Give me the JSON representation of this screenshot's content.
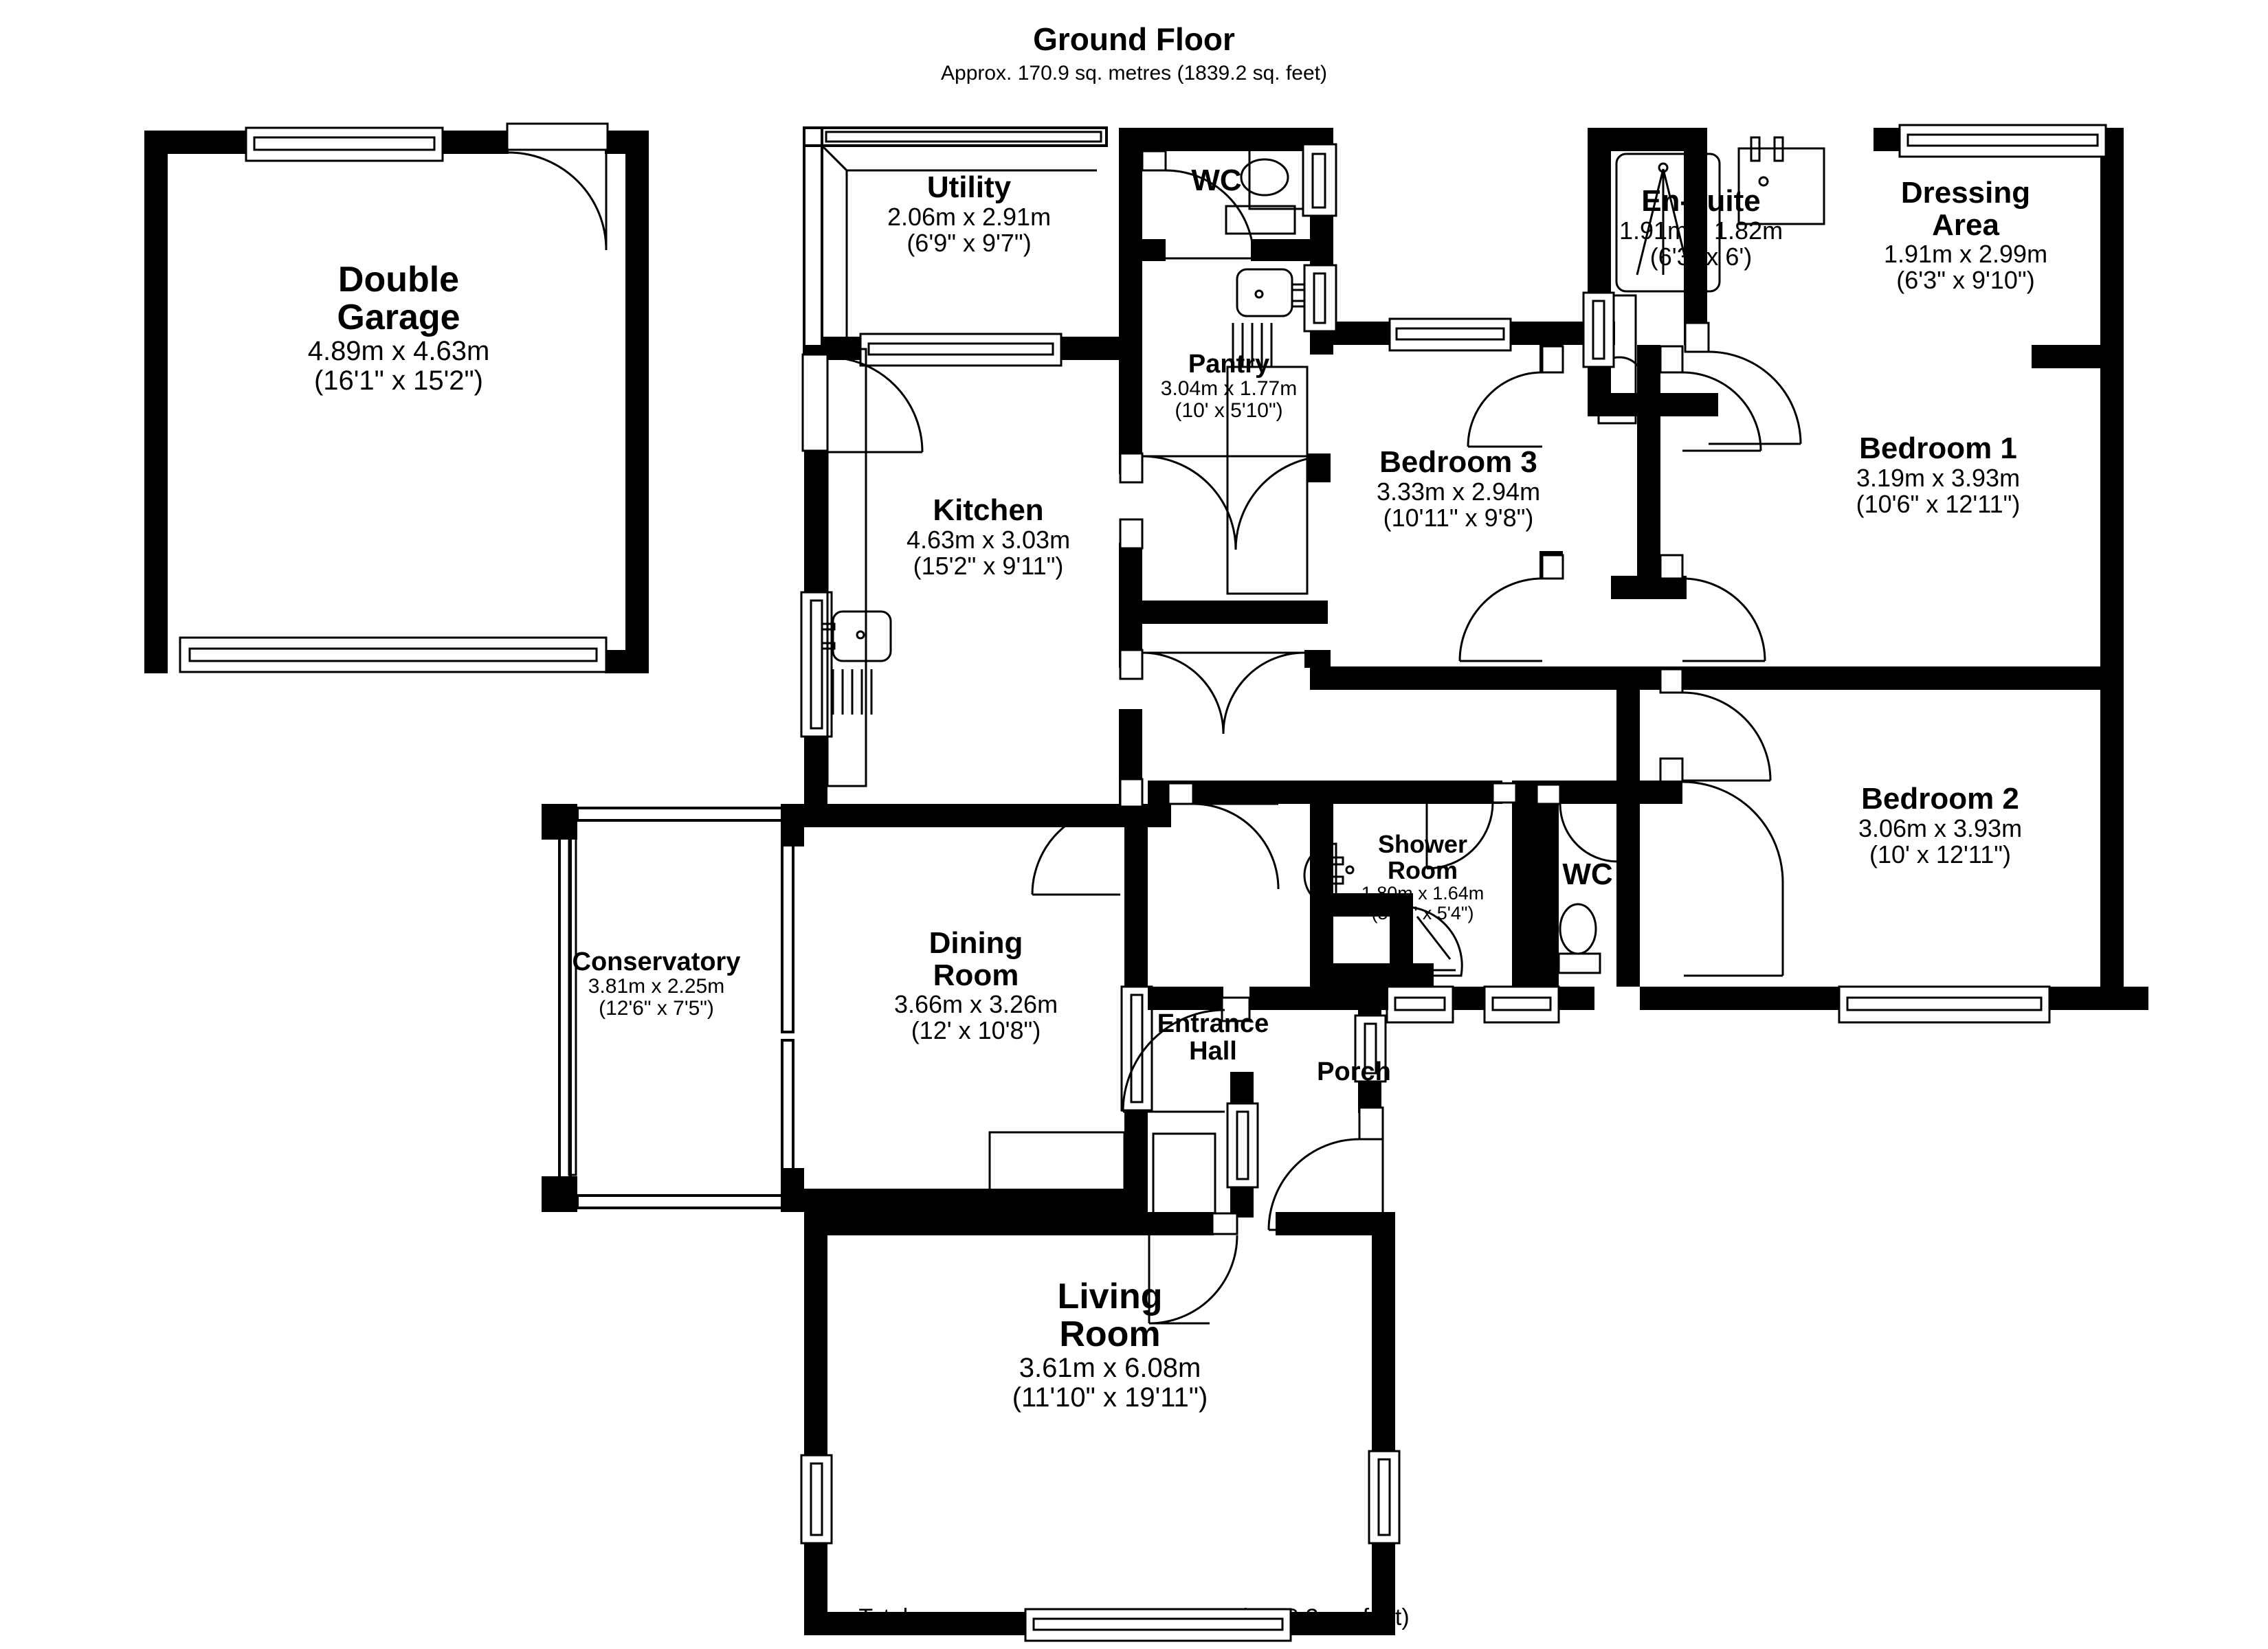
{
  "document": {
    "title": "Ground Floor",
    "subtitle": "Approx. 170.9 sq. metres (1839.2 sq. feet)",
    "footer": "Total area: approx. 170.9 sq. metres (1839.2 sq. feet)",
    "area_sq_metres": "170.9",
    "area_sq_feet": "1839.2"
  },
  "rooms": [
    {
      "name": "Double Garage",
      "name_line1": "Double",
      "name_line2": "Garage",
      "metric": "4.89m x 4.63m",
      "imperial": "(16'1\" x 15'2\")"
    },
    {
      "name": "Utility",
      "name_line1": "Utility",
      "name_line2": "",
      "metric": "2.06m x 2.91m",
      "imperial": "(6'9\" x 9'7\")"
    },
    {
      "name": "WC",
      "name_line1": "WC",
      "name_line2": "",
      "metric": "",
      "imperial": ""
    },
    {
      "name": "Pantry",
      "name_line1": "Pantry",
      "name_line2": "",
      "metric": "3.04m x 1.77m",
      "imperial": "(10' x 5'10\")"
    },
    {
      "name": "Kitchen",
      "name_line1": "Kitchen",
      "name_line2": "",
      "metric": "4.63m x 3.03m",
      "imperial": "(15'2\" x 9'11\")"
    },
    {
      "name": "En-suite",
      "name_line1": "En-suite",
      "name_line2": "",
      "metric": "1.91m x 1.82m",
      "imperial": "(6'3\" x 6')"
    },
    {
      "name": "Dressing Area",
      "name_line1": "Dressing",
      "name_line2": "Area",
      "metric": "1.91m x 2.99m",
      "imperial": "(6'3\" x 9'10\")"
    },
    {
      "name": "Bedroom 3",
      "name_line1": "Bedroom 3",
      "name_line2": "",
      "metric": "3.33m x 2.94m",
      "imperial": "(10'11\" x 9'8\")"
    },
    {
      "name": "Bedroom 1",
      "name_line1": "Bedroom 1",
      "name_line2": "",
      "metric": "3.19m x 3.93m",
      "imperial": "(10'6\" x 12'11\")"
    },
    {
      "name": "Bedroom 2",
      "name_line1": "Bedroom 2",
      "name_line2": "",
      "metric": "3.06m x 3.93m",
      "imperial": "(10' x 12'11\")"
    },
    {
      "name": "Shower Room",
      "name_line1": "Shower",
      "name_line2": "Room",
      "metric": "1.80m x 1.64m",
      "imperial": "(5'11\" x 5'4\")"
    },
    {
      "name": "WC Hall",
      "name_line1": "WC",
      "name_line2": "",
      "metric": "",
      "imperial": ""
    },
    {
      "name": "Conservatory",
      "name_line1": "Conservatory",
      "name_line2": "",
      "metric": "3.81m x 2.25m",
      "imperial": "(12'6\" x 7'5\")"
    },
    {
      "name": "Dining Room",
      "name_line1": "Dining",
      "name_line2": "Room",
      "metric": "3.66m x 3.26m",
      "imperial": "(12' x 10'8\")"
    },
    {
      "name": "Entrance Hall",
      "name_line1": "Entrance",
      "name_line2": "Hall",
      "metric": "",
      "imperial": ""
    },
    {
      "name": "Porch",
      "name_line1": "Porch",
      "name_line2": "",
      "metric": "",
      "imperial": ""
    },
    {
      "name": "Living Room",
      "name_line1": "Living",
      "name_line2": "Room",
      "metric": "3.61m x 6.08m",
      "imperial": "(11'10\" x 19'11\")"
    }
  ],
  "colors": {
    "wall": "#000000",
    "background": "#ffffff",
    "text": "#000000"
  }
}
